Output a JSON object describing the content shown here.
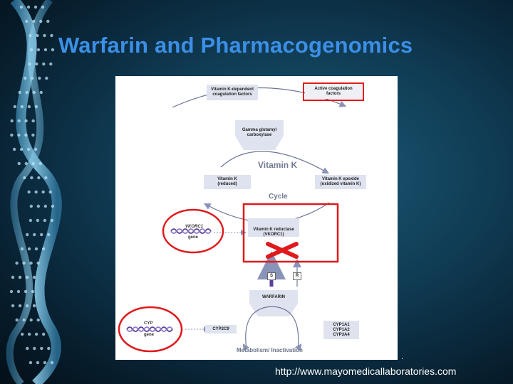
{
  "slide": {
    "title": "Warfarin and Pharmacogenomics",
    "source_url": "http://www.mayomedicallaboratories.com",
    "trailing_dot": "."
  },
  "diagram": {
    "boxes": {
      "vk_dependent": [
        "Vitamin K-dependent",
        "coagulation factors"
      ],
      "active_coag": [
        "Active coagulation",
        "factors"
      ],
      "gamma": [
        "Gamma glutamyl",
        "carboxylase"
      ],
      "vk_reduced": [
        "Vitamin K",
        "(reduced)"
      ],
      "vk_epoxide": [
        "Vitamin K epoxide",
        "(oxidized vitamin K)"
      ],
      "vk_reductase": [
        "Vitamin K reductase",
        "(VKORC1)"
      ],
      "warfarin": [
        "WARFARIN"
      ],
      "cyp2c9": [
        "CYP2C9"
      ],
      "cyp_others": [
        "CYP1A1",
        "CYP1A2",
        "CYP3A4"
      ]
    },
    "labels": {
      "vitamin_k": "Vitamin K",
      "cycle": "Cycle",
      "metabolism": "Metabolism/ Inactivation",
      "enantiomer_s": "S",
      "enantiomer_r": "R"
    },
    "genes": {
      "vkorc1": {
        "name": "VKORC1",
        "sub": "gene"
      },
      "cyp": {
        "name": "CYP",
        "sub": "gene"
      }
    },
    "colors": {
      "highlight_red": "#e0191c",
      "box_fill": "#dfe3ef",
      "arrow": "#8a93b8",
      "dna_purple": "#5b3f9a",
      "title_blue": "#3c8fe6"
    }
  }
}
